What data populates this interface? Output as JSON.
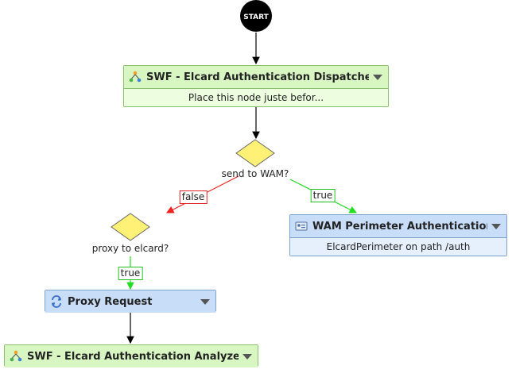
{
  "start": {
    "label": "START"
  },
  "nodes": {
    "dispatcher": {
      "title": "SWF - Elcard Authentication Dispatcher",
      "subtitle": "Place this node juste befor..."
    },
    "wam": {
      "title": "WAM Perimeter Authentication",
      "subtitle": "ElcardPerimeter on path /auth"
    },
    "proxy": {
      "title": "Proxy Request"
    },
    "analyzer": {
      "title": "SWF - Elcard Authentication Analyzer"
    }
  },
  "decisions": {
    "send_to_wam": {
      "label": "send to WAM?"
    },
    "proxy_to_elcard": {
      "label": "proxy to elcard?"
    }
  },
  "edges": {
    "false_label": "false",
    "true_wam_label": "true",
    "true_proxy_label": "true"
  },
  "colors": {
    "green_node": "#e2fbd0",
    "blue_node": "#d5e6fb",
    "decision_fill": "#fff176",
    "edge_true": "#22dd22",
    "edge_false": "#ee2222",
    "edge_default": "#000000"
  }
}
